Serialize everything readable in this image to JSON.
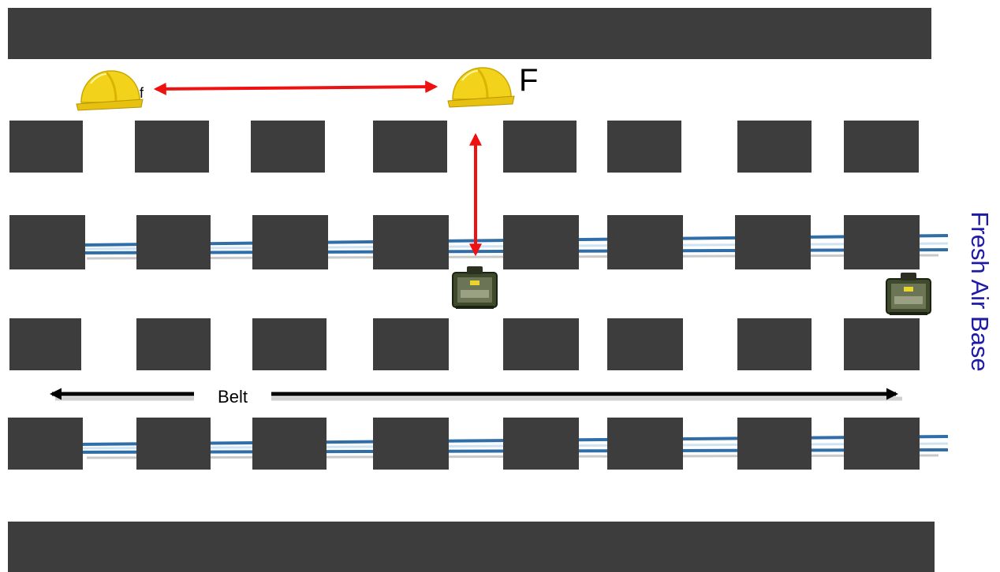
{
  "labels": {
    "foreman_small": "f",
    "foreman": "F",
    "belt": "Belt",
    "fresh_air_base": "Fresh  Air Base"
  },
  "icons": {
    "helmets": [
      "hard-hat-icon",
      "hard-hat-icon"
    ],
    "caches": [
      "scsr-cache-icon",
      "scsr-cache-icon"
    ]
  },
  "colors": {
    "pillar": "#3d3d3d",
    "arrow_red": "#ee1111",
    "arrow_black": "#000000",
    "belt_line": "#2f6ea8",
    "fresh_air_text": "#1f1aa6",
    "helmet": "#f2d21a"
  }
}
